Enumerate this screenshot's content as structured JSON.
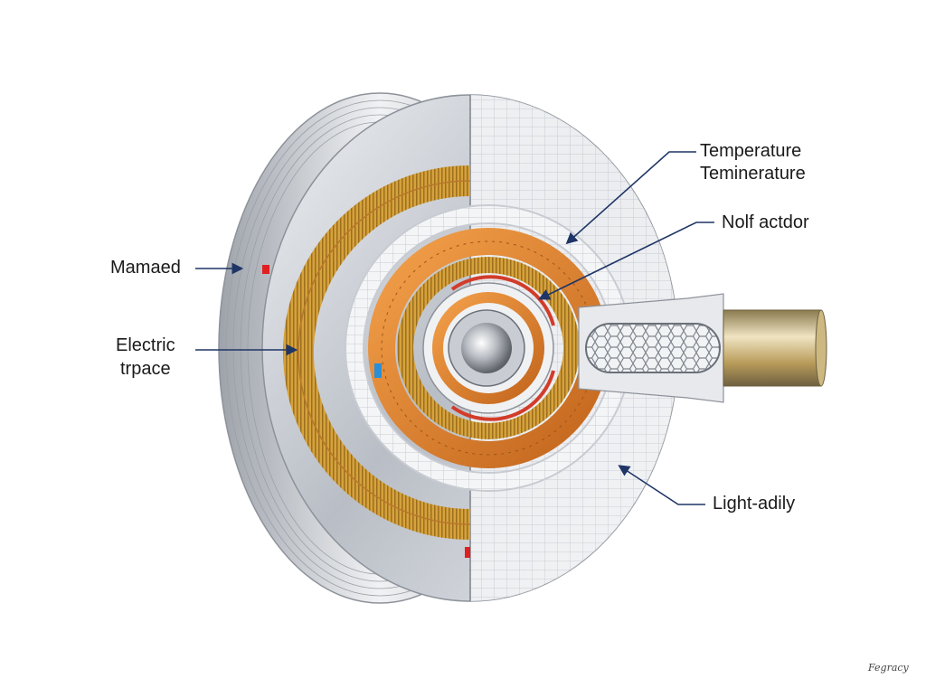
{
  "labels": {
    "temperature_line1": "Temperature",
    "temperature_line2": "Teminerature",
    "nolf_actdor": "Nolf actdor",
    "mamaed": "Mamaed",
    "electric_line1": "Electric",
    "electric_line2": "trpace",
    "light_adily": "Light-adily"
  },
  "signature": "Fegracy",
  "colors": {
    "leader_line": "#1f3566",
    "copper": "#e0852f",
    "gold": "#c9922a",
    "steel": "#c8ccd2",
    "brass_shaft": "#b89b5a",
    "red_marker": "#e02020",
    "blue_marker": "#2a8fd8"
  }
}
